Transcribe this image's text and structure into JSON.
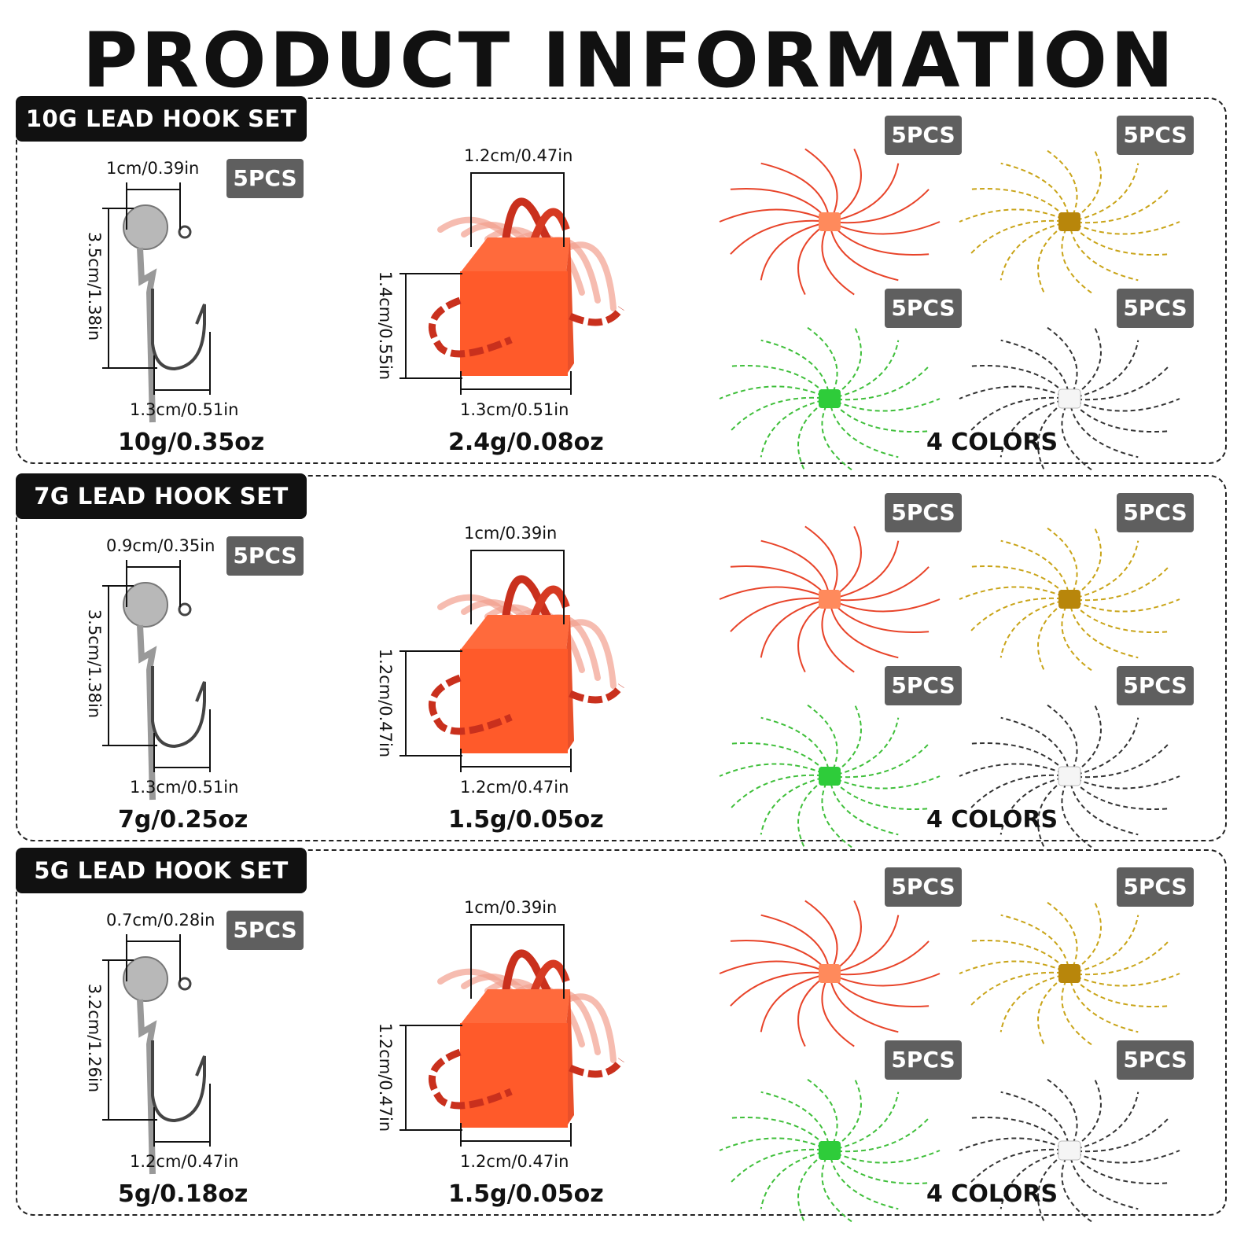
{
  "title": "PRODUCT INFORMATION",
  "badge_text": "5PCS",
  "colors_label": "4 COLORS",
  "sets": [
    {
      "tag": "10G LEAD HOOK SET",
      "hook": {
        "width": "1cm/0.39in",
        "length": "3.5cm/1.38in",
        "gap": "1.3cm/0.51in",
        "weight": "10g/0.35oz"
      },
      "cube": {
        "width": "1.2cm/0.47in",
        "height": "1.4cm/0.55in",
        "depth": "1.3cm/0.51in",
        "weight": "2.4g/0.08oz"
      }
    },
    {
      "tag": "7G LEAD HOOK SET",
      "hook": {
        "width": "0.9cm/0.35in",
        "length": "3.5cm/1.38in",
        "gap": "1.3cm/0.51in",
        "weight": "7g/0.25oz"
      },
      "cube": {
        "width": "1cm/0.39in",
        "height": "1.2cm/0.47in",
        "depth": "1.2cm/0.47in",
        "weight": "1.5g/0.05oz"
      }
    },
    {
      "tag": "5G LEAD HOOK SET",
      "hook": {
        "width": "0.7cm/0.28in",
        "length": "3.2cm/1.26in",
        "gap": "1.2cm/0.47in",
        "weight": "5g/0.18oz"
      },
      "cube": {
        "width": "1cm/0.39in",
        "height": "1.2cm/0.47in",
        "depth": "1.2cm/0.47in",
        "weight": "1.5g/0.05oz"
      }
    }
  ],
  "lure_colors": [
    "#e8442a",
    "#c9a418",
    "#3fbf3a",
    "#e6e6e6"
  ]
}
